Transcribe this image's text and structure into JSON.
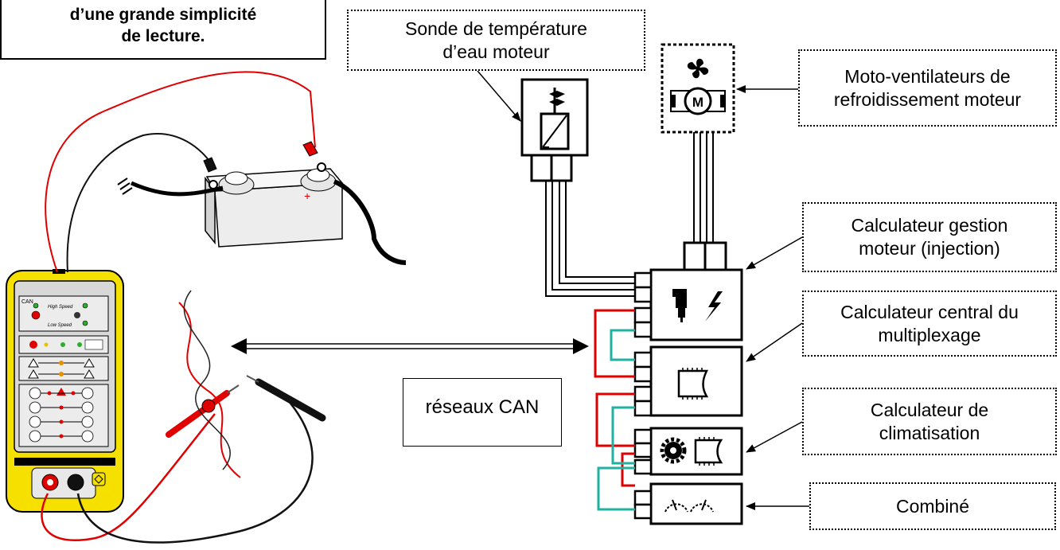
{
  "caption": {
    "line1": "d’une grande simplicité",
    "line2": "de lecture."
  },
  "labels": {
    "sonde_line1": "Sonde de température",
    "sonde_line2": "d’eau moteur",
    "moto_line1": "Moto-ventilateurs de",
    "moto_line2": "refroidissement moteur",
    "gestion_line1": "Calculateur gestion",
    "gestion_line2": "moteur (injection)",
    "central_line1": "Calculateur central du",
    "central_line2": "multiplexage",
    "clim_line1": "Calculateur de",
    "clim_line2": "climatisation",
    "combine": "Combiné",
    "reseaux": "réseaux CAN"
  },
  "motor_letter": "M",
  "battery_plus": "+",
  "tester": {
    "can_label": "CAN",
    "high_speed": "High Speed",
    "low_speed": "Low Speed"
  },
  "colors": {
    "can_high_wire": "#e00000",
    "can_low_wire": "#20b2a0",
    "tester_body": "#f5e000",
    "probe_red": "#e00000"
  },
  "icons": [
    "fan-icon",
    "motor-icon",
    "thermistor-icon",
    "injector-icon",
    "spark-icon",
    "chip-icon",
    "gear-icon",
    "gauge-icon",
    "battery-icon",
    "multimeter-icon"
  ]
}
